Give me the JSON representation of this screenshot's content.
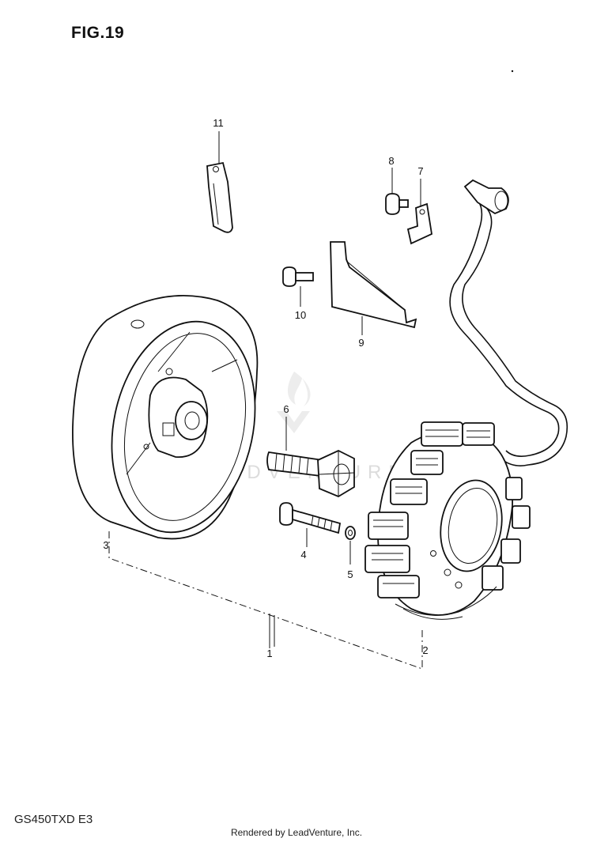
{
  "figure": {
    "title": "FIG.19"
  },
  "model_code": "GS450TXD E3",
  "footer": "Rendered by LeadVenture, Inc.",
  "watermark": {
    "text": "LEADVENTURE"
  },
  "callouts": [
    {
      "id": "1",
      "label": "1"
    },
    {
      "id": "2",
      "label": "2"
    },
    {
      "id": "3",
      "label": "3"
    },
    {
      "id": "4",
      "label": "4"
    },
    {
      "id": "5",
      "label": "5"
    },
    {
      "id": "6",
      "label": "6"
    },
    {
      "id": "7",
      "label": "7"
    },
    {
      "id": "8",
      "label": "8"
    },
    {
      "id": "9",
      "label": "9"
    },
    {
      "id": "10",
      "label": "10"
    },
    {
      "id": "11",
      "label": "11"
    }
  ]
}
